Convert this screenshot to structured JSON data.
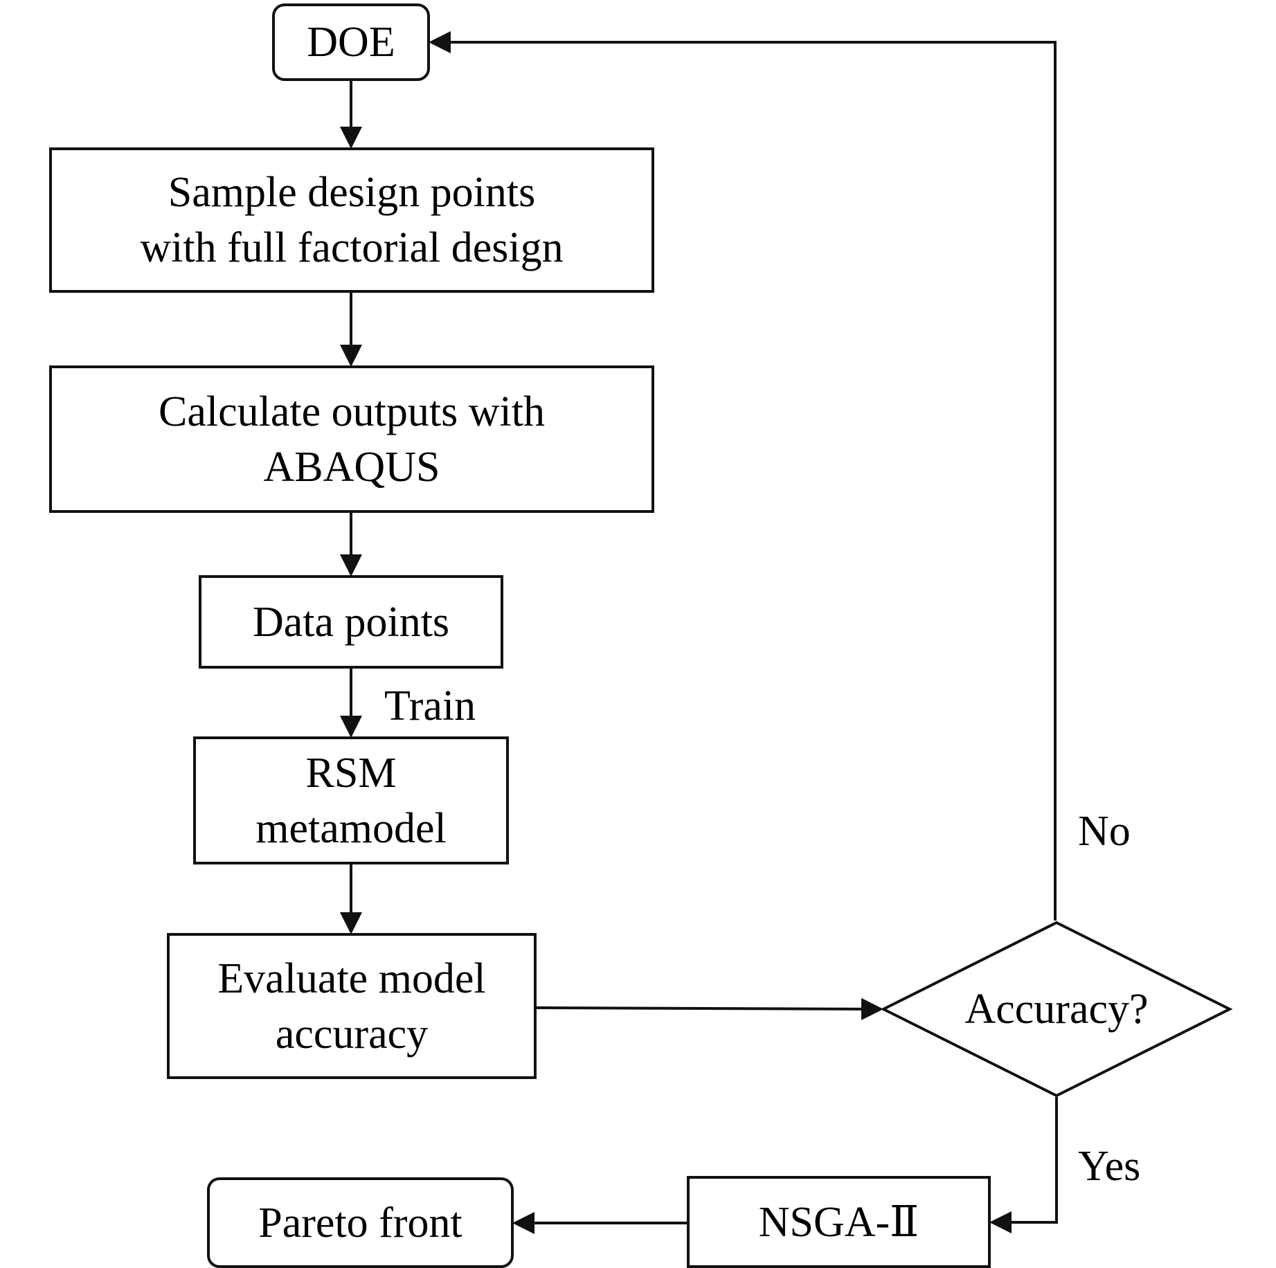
{
  "diagram": {
    "type": "flowchart",
    "nodes": {
      "doe": {
        "shape": "rounded-rectangle",
        "lines": [
          "DOE"
        ]
      },
      "sample": {
        "shape": "rectangle",
        "lines": [
          "Sample design points",
          "with full factorial design"
        ]
      },
      "calculate": {
        "shape": "rectangle",
        "lines": [
          "Calculate outputs with",
          "ABAQUS"
        ]
      },
      "data_points": {
        "shape": "rectangle",
        "lines": [
          "Data points"
        ]
      },
      "rsm": {
        "shape": "rectangle",
        "lines": [
          "RSM",
          "metamodel"
        ]
      },
      "evaluate": {
        "shape": "rectangle",
        "lines": [
          "Evaluate model",
          "accuracy"
        ]
      },
      "accuracy": {
        "shape": "diamond",
        "lines": [
          "Accuracy?"
        ]
      },
      "nsga": {
        "shape": "rectangle",
        "lines": [
          "NSGA-Ⅱ"
        ]
      },
      "pareto": {
        "shape": "rounded-rectangle",
        "lines": [
          "Pareto front"
        ]
      }
    },
    "edge_labels": {
      "train": "Train",
      "no": "No",
      "yes": "Yes"
    },
    "edges": [
      {
        "from": "doe",
        "to": "sample",
        "label": ""
      },
      {
        "from": "sample",
        "to": "calculate",
        "label": ""
      },
      {
        "from": "calculate",
        "to": "data_points",
        "label": ""
      },
      {
        "from": "data_points",
        "to": "rsm",
        "label": "Train"
      },
      {
        "from": "rsm",
        "to": "evaluate",
        "label": ""
      },
      {
        "from": "evaluate",
        "to": "accuracy",
        "label": ""
      },
      {
        "from": "accuracy",
        "to": "doe",
        "label": "No"
      },
      {
        "from": "accuracy",
        "to": "nsga",
        "label": "Yes"
      },
      {
        "from": "nsga",
        "to": "pareto",
        "label": ""
      }
    ],
    "colors": {
      "stroke": "#111111",
      "background": "#ffffff",
      "text": "#000000"
    }
  }
}
